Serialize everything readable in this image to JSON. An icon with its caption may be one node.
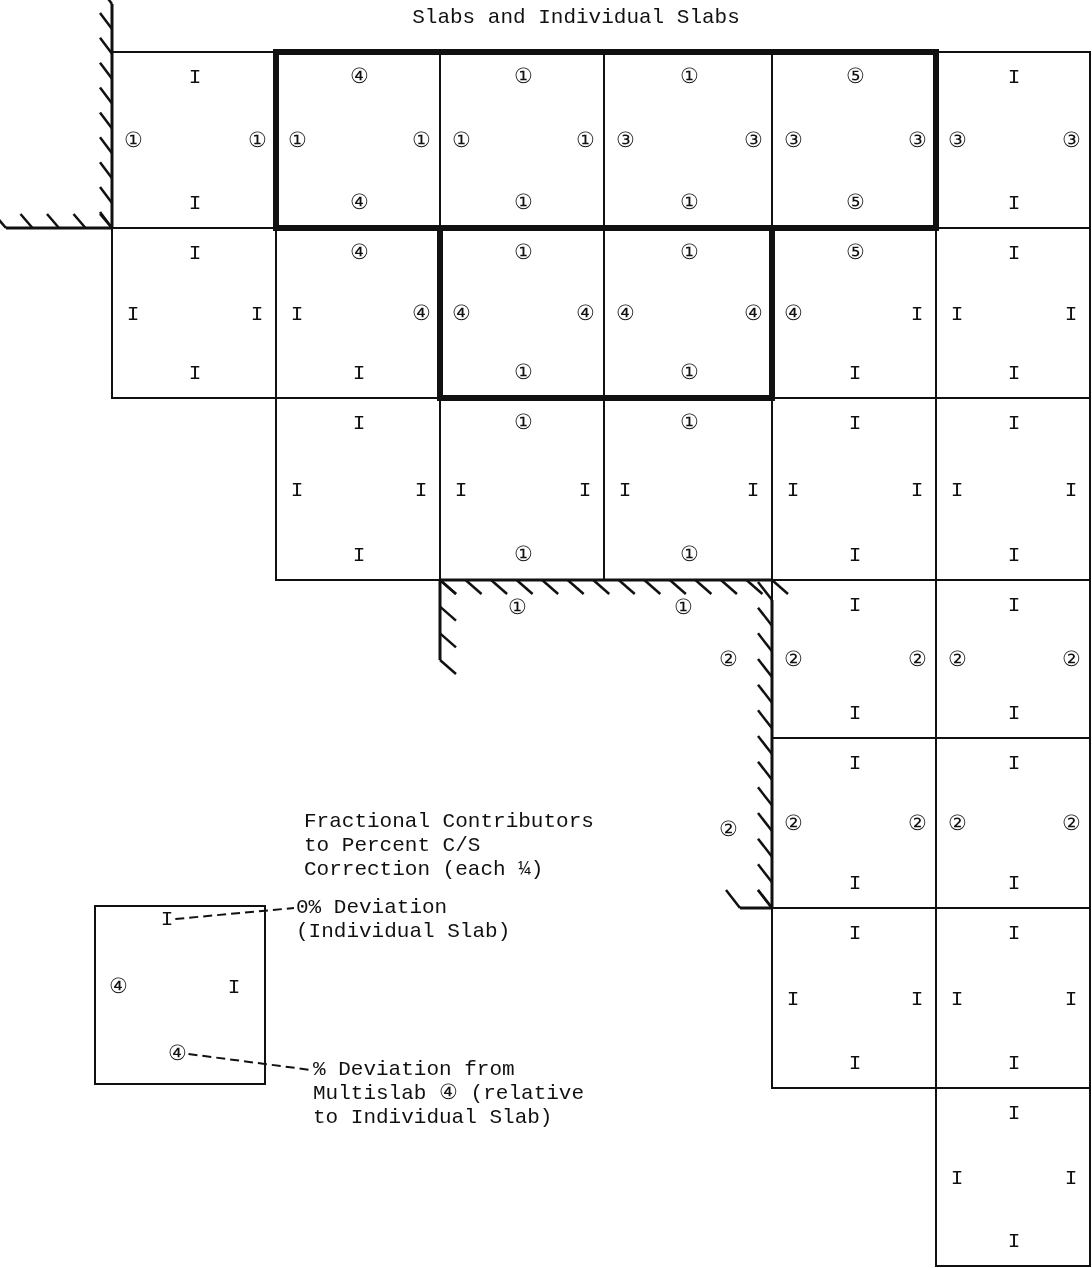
{
  "diagram": {
    "title": "Slabs and Individual Slabs",
    "nodes": [
      {
        "text": [
          "I",
          "①",
          "①",
          "I"
        ]
      },
      {
        "text": [
          "④",
          "①",
          "①",
          "④"
        ]
      },
      {
        "text": [
          "①",
          "①",
          "①",
          "①"
        ]
      },
      {
        "text": [
          "①",
          "③",
          "③",
          "①"
        ]
      },
      {
        "text": [
          "⑤",
          "③",
          "③",
          "⑤"
        ]
      },
      {
        "text": [
          "I",
          "③",
          "③",
          "I"
        ]
      },
      {
        "text": [
          "I",
          "I",
          "I",
          "I"
        ]
      },
      {
        "text": [
          "④",
          "I",
          "④",
          "I"
        ]
      },
      {
        "text": [
          "①",
          "④",
          "④",
          "①"
        ]
      },
      {
        "text": [
          "①",
          "④",
          "④",
          "①"
        ]
      },
      {
        "text": [
          "⑤",
          "④",
          "I",
          "I"
        ]
      },
      {
        "text": [
          "I",
          "I",
          "I",
          "I"
        ]
      },
      {
        "text": [
          "I",
          "I",
          "I",
          "I"
        ]
      },
      {
        "text": [
          "①",
          "I",
          "I",
          "①"
        ]
      },
      {
        "text": [
          "①",
          "I",
          "I",
          "①"
        ]
      },
      {
        "text": [
          "I",
          "I",
          "I",
          "I"
        ]
      },
      {
        "text": [
          "I",
          "I",
          "I",
          "I"
        ]
      },
      {
        "text": [
          "I",
          "②",
          "②",
          "I"
        ]
      },
      {
        "text": [
          "I",
          "②",
          "②",
          "I"
        ]
      },
      {
        "text": [
          "I",
          "②",
          "②",
          "I"
        ]
      },
      {
        "text": [
          "I",
          "②",
          "②",
          "I"
        ]
      },
      {
        "text": [
          "I",
          "I",
          "I",
          "I"
        ]
      },
      {
        "text": [
          "I",
          "I",
          "I",
          "I"
        ]
      },
      {
        "text": [
          "I",
          "I",
          "I",
          "I"
        ]
      },
      {
        "text": [],
        "shape": "box"
      },
      {
        "text": [
          "I"
        ],
        "in": 24
      },
      {
        "text": [
          "④"
        ],
        "in": 24
      },
      {
        "text": [
          "I"
        ],
        "in": 24
      },
      {
        "text": [
          "④"
        ],
        "in": 24
      },
      {
        "text": [
          "0% Deviation (Individual Slab)"
        ]
      },
      {
        "text": [
          "% Deviation from Multislab ④ (relative to Individual Slab)"
        ]
      }
    ],
    "edges": [
      {
        "from": 25,
        "to": 29,
        "arrow": "none",
        "style": "dashed"
      },
      {
        "from": 28,
        "to": 30,
        "arrow": "none",
        "style": "dashed"
      }
    ],
    "labels": [
      "①",
      "①",
      "②",
      "②",
      "Fractional Contributors to Percent C/S Correction (each ¼)"
    ]
  }
}
